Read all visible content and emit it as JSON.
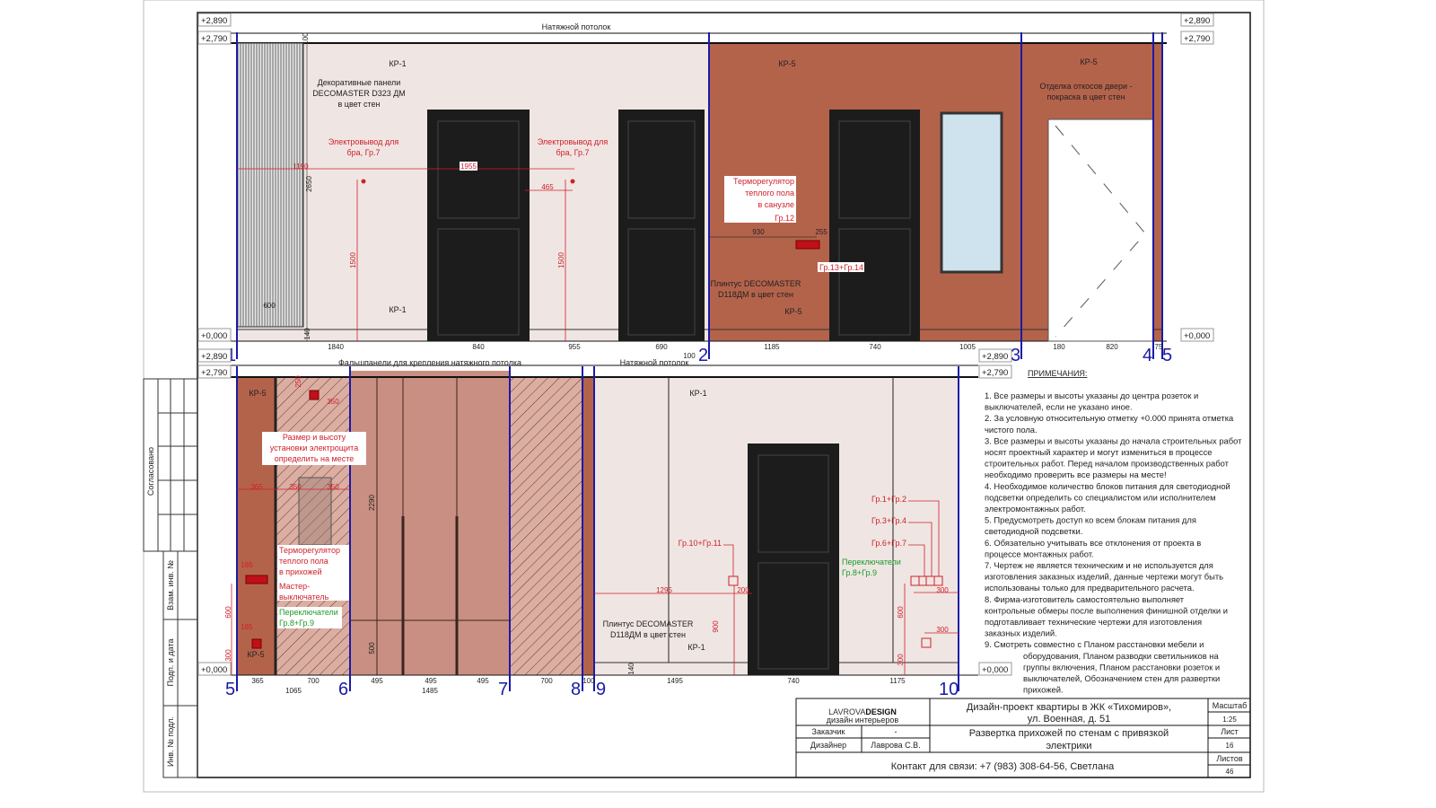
{
  "levels": {
    "top_plus_2890": "+2,890",
    "top_plus_2790": "+2,790",
    "zero": "+0,000"
  },
  "top": {
    "ceiling_label": "Натяжной потолок",
    "finish_kp1": "КР-1",
    "finish_kp5": "КР-5",
    "deco_panel": [
      "Декоративные панели",
      "DECOMASTER D323 ДМ",
      "в цвет стен"
    ],
    "sconce_outlet": [
      "Электровывод для",
      "бра, Гр.7"
    ],
    "thermo_bath": [
      "Терморегулятор",
      "теплого пола",
      "в санузле",
      "Гр.12"
    ],
    "group_13_14": "Гр.13+Гр.14",
    "plinth": [
      "Плинтус DECOMASTER",
      "D118ДМ в цвет стен"
    ],
    "door_reveal": [
      "Отделка откосов двери -",
      "покраска в цвет стен"
    ],
    "dims_inner": [
      "1190",
      "1955",
      "465",
      "2650",
      "1500",
      "1500",
      "600",
      "100",
      "140",
      "930",
      "255"
    ],
    "dims_bottom": [
      "1840",
      "840",
      "955",
      "690",
      "100",
      "1185",
      "740",
      "1005",
      "180",
      "820",
      "75"
    ],
    "axes": [
      "1",
      "2",
      "3",
      "4",
      "5"
    ]
  },
  "bottom": {
    "false_panels": "Фальшпанели для крепления натяжного потолка",
    "ceiling_label": "Натяжной потолок",
    "finish_kp1": "КР-1",
    "finish_kp5": "КР-5",
    "panel_note": [
      "Размер и высоту",
      "установки электрощита",
      "определить на месте"
    ],
    "thermo_hall": [
      "Терморегулятор",
      "теплого пола",
      "в прихожей",
      "Мастер-",
      "выключатель"
    ],
    "switches": [
      "Переключатели",
      "Гр.8+Гр.9"
    ],
    "groups": [
      "Гр.10+Гр.11",
      "Гр.1+Гр.2",
      "Гр.3+Гр.4",
      "Гр.6+Гр.7"
    ],
    "plinth": [
      "Плинтус DECOMASTER",
      "D118ДМ в цвет стен"
    ],
    "dims_inner": [
      "250",
      "350",
      "365",
      "350",
      "350",
      "2290",
      "500",
      "600",
      "300",
      "185",
      "185",
      "1295",
      "200",
      "900",
      "300",
      "300",
      "600",
      "300",
      "140"
    ],
    "dims_bottom": [
      "365",
      "700",
      "1065",
      "495",
      "495",
      "495",
      "1485",
      "700",
      "100",
      "1495",
      "740",
      "1175"
    ],
    "axes": [
      "5",
      "6",
      "7",
      "8",
      "9",
      "10"
    ]
  },
  "notes": {
    "title": "ПРИМЕЧАНИЯ:",
    "lines": [
      "1. Все размеры и высоты указаны до центра розеток и",
      "выключателей, если не указано иное.",
      "2. За условную относительную отметку +0.000 принята отметка",
      "чистого пола.",
      "3. Все размеры и высоты указаны до начала строительных работ",
      "носят проектный характер и могут измениться в процессе",
      "строительных работ. Перед началом производственных работ",
      "необходимо проверить все размеры на месте!",
      "4. Необходимое количество блоков питания для светодиодной",
      "подсветки определить со специалистом или исполнителем",
      "электромонтажных работ.",
      "5. Предусмотреть доступ ко всем блокам питания для",
      "светодиодной подсветки.",
      "6. Обязательно учитывать все отклонения от проекта в",
      "процессе монтажных работ.",
      "7. Чертеж не является техническим и не используется для",
      "изготовления заказных изделий, данные чертежи могут быть",
      "использованы только для предварительного расчета.",
      "8. Фирма-изготовитель самостоятельно выполняет",
      "контрольные обмеры после выполнения финишной отделки и",
      "подготавливает технические чертежи для изготовления",
      "заказных изделий.",
      "9. Смотреть совместно с Планом расстановки мебели и",
      "    оборудования, Планом разводки светильников на",
      "    группы включения, Планом расстановки розеток и",
      "    выключателей, Обозначением стен для развертки",
      "    прихожей."
    ]
  },
  "title_block": {
    "logo_light": "LAVROVA",
    "logo_bold": "DESIGN",
    "logo_sub": "дизайн интерьеров",
    "project": [
      "Дизайн-проект квартиры в ЖК «Тихомиров»,",
      "ул. Военная, д. 51"
    ],
    "customer_label": "Заказчик",
    "customer_value": "-",
    "designer_label": "Дизайнер",
    "designer_value": "Лаврова С.В.",
    "sheet_title": [
      "Развертка прихожей по стенам с привязкой",
      "электрики"
    ],
    "contact": "Контакт для связи: +7 (983) 308-64-56, Светлана",
    "scale_label": "Масштаб",
    "scale_value": "1:25",
    "sheet_label": "Лист",
    "sheet_value": "16",
    "sheets_label": "Листов",
    "sheets_value": "46"
  },
  "stamp": {
    "agreed": "Согласовано",
    "replace_inv": "Взам. инв. №",
    "sign_date": "Подп. и дата",
    "inv_orig": "Инв. № подл."
  },
  "colors": {
    "wall_light": "#efe6e3",
    "terracotta": "#b4634b",
    "wardrobe": "#c98f82",
    "hatch_bg": "#dcaea2",
    "axis": "#1a1aa8",
    "electric": "#d0202a",
    "switch_green": "#1a9a2a",
    "door": "#1c1c1c",
    "mirror": "#cfe3ee"
  }
}
